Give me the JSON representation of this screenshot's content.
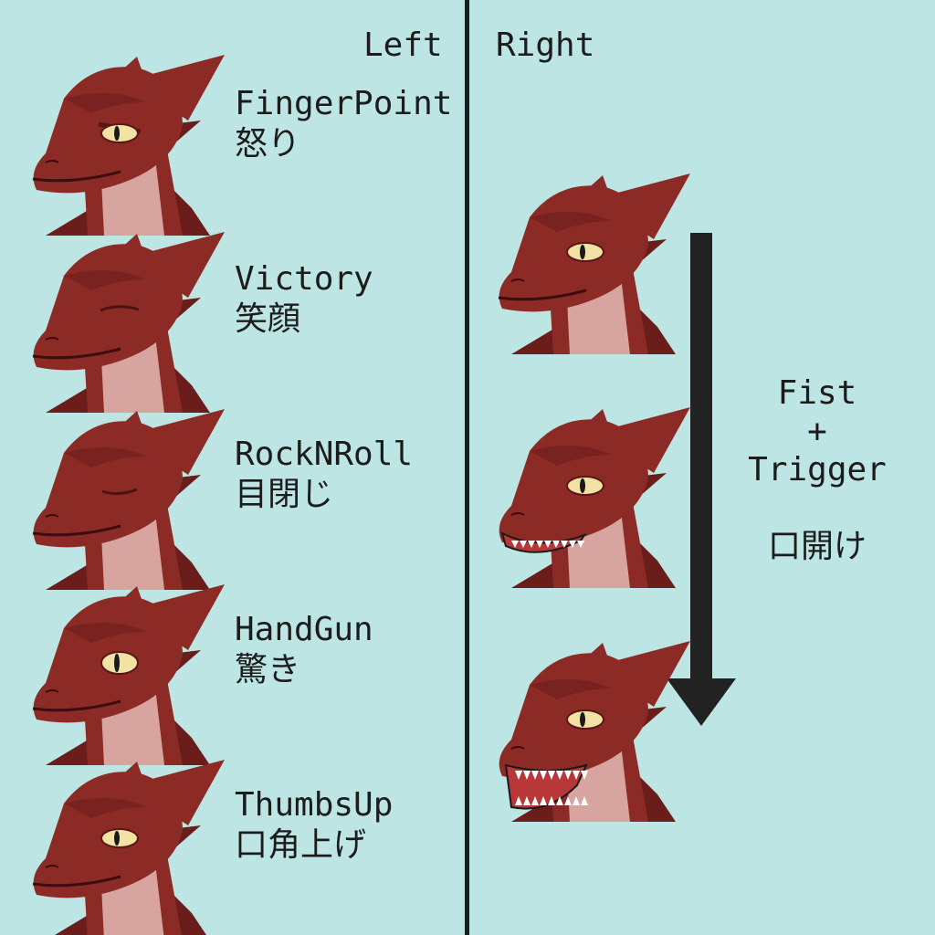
{
  "colors": {
    "background": "#bde5e3",
    "divider": "#1c1c1c",
    "text": "#1c1c1c",
    "dragon_skin": "#8c2a26",
    "dragon_dark": "#6a1d1b",
    "dragon_throat": "#d7a4a0",
    "dragon_eye": "#f2e2a4",
    "mouth_interior": "#b8383a"
  },
  "left": {
    "header": "Left",
    "gestures": [
      {
        "gesture": "FingerPoint",
        "expression": "怒り",
        "eye": "angry"
      },
      {
        "gesture": "Victory",
        "expression": "笑顔",
        "eye": "smile"
      },
      {
        "gesture": "RockNRoll",
        "expression": "目閉じ",
        "eye": "closed"
      },
      {
        "gesture": "HandGun",
        "expression": "驚き",
        "eye": "surprised"
      },
      {
        "gesture": "ThumbsUp",
        "expression": "口角上げ",
        "eye": "open"
      }
    ]
  },
  "right": {
    "header": "Right",
    "action_line1": "Fist",
    "action_plus": "+",
    "action_line2": "Trigger",
    "expression": "口開け",
    "mouth_states": [
      "closed",
      "half-open",
      "open"
    ],
    "arrow_icon": "down-arrow-icon"
  }
}
